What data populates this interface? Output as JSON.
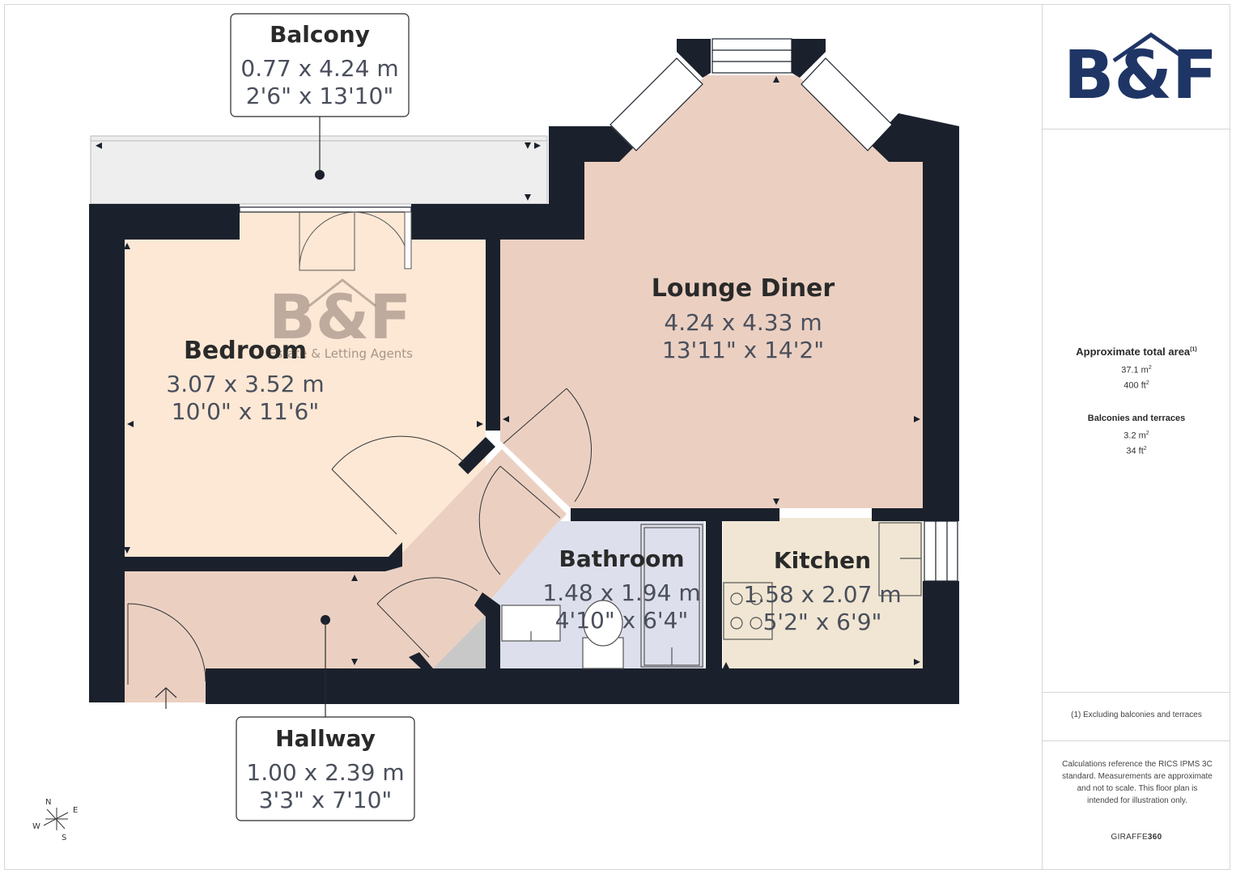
{
  "brand": {
    "logo_text": "B&F",
    "logo_color": "#1f3566",
    "watermark_text": "B&F",
    "watermark_tagline": "Estate & Letting Agents"
  },
  "rooms": [
    {
      "key": "balcony",
      "name": "Balcony",
      "metric": "0.77 x 4.24 m",
      "imperial": "2'6\" x 13'10\""
    },
    {
      "key": "lounge",
      "name": "Lounge Diner",
      "metric": "4.24 x 4.33 m",
      "imperial": "13'11\" x 14'2\""
    },
    {
      "key": "bedroom",
      "name": "Bedroom",
      "metric": "3.07 x 3.52 m",
      "imperial": "10'0\" x 11'6\""
    },
    {
      "key": "bathroom",
      "name": "Bathroom",
      "metric": "1.48 x 1.94 m",
      "imperial": "4'10\" x 6'4\""
    },
    {
      "key": "kitchen",
      "name": "Kitchen",
      "metric": "1.58 x 2.07 m",
      "imperial": "5'2\" x 6'9\""
    },
    {
      "key": "hallway",
      "name": "Hallway",
      "metric": "1.00 x 2.39 m",
      "imperial": "3'3\" x 7'10\""
    }
  ],
  "compass": {
    "n": "N",
    "e": "E",
    "s": "S",
    "w": "W"
  },
  "sidebar": {
    "total_title": "Approximate total area",
    "total_title_sup": "(1)",
    "total_m2": "37.1 m",
    "total_ft2": "400 ft",
    "balcony_title": "Balconies and terraces",
    "balcony_m2": "3.2 m",
    "balcony_ft2": "34 ft",
    "sq": "2",
    "footnote": "(1) Excluding balconies and terraces",
    "calc_note": "Calculations reference the RICS IPMS 3C standard. Measurements are approximate and not to scale. This floor plan is intended for illustration only.",
    "brand_a": "GIRAFFE",
    "brand_b": "360"
  },
  "colors": {
    "wall": "#1b212c",
    "bedroom": "#fde8d5",
    "lounge": "#ebd0c2",
    "hallway": "#ebd0c2",
    "bathroom": "#dde0ec",
    "kitchen": "#f0e6d3",
    "balcony": "#eeeeee"
  }
}
